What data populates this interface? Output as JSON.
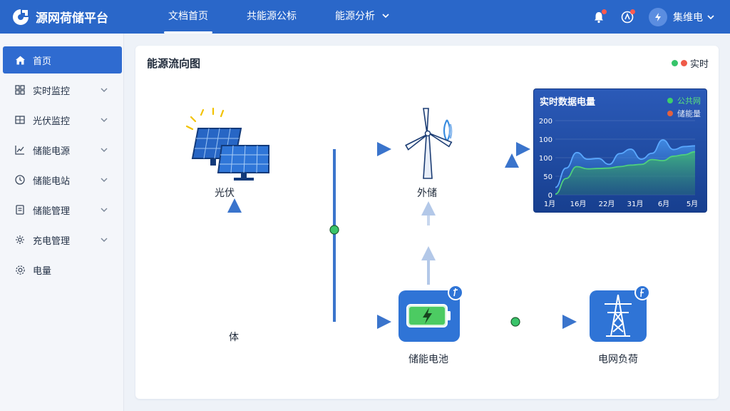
{
  "app": {
    "title": "源网荷储平台"
  },
  "top_nav": [
    {
      "label": "文档首页",
      "active": true
    },
    {
      "label": "共能源公标",
      "active": false
    },
    {
      "label": "能源分析",
      "active": false
    }
  ],
  "user": {
    "name": "集维电"
  },
  "sidebar": {
    "items": [
      {
        "label": "首页",
        "icon": "home-icon",
        "active": true,
        "expandable": false
      },
      {
        "label": "实时监控",
        "icon": "grid-icon",
        "active": false,
        "expandable": true
      },
      {
        "label": "光伏监控",
        "icon": "solar-panel-icon",
        "active": false,
        "expandable": true
      },
      {
        "label": "储能电源",
        "icon": "chart-icon",
        "active": false,
        "expandable": true
      },
      {
        "label": "储能电站",
        "icon": "clock-icon",
        "active": false,
        "expandable": true
      },
      {
        "label": "储能管理",
        "icon": "document-icon",
        "active": false,
        "expandable": true
      },
      {
        "label": "充电管理",
        "icon": "settings-icon",
        "active": false,
        "expandable": true
      },
      {
        "label": "电量",
        "icon": "gear-icon",
        "active": false,
        "expandable": false
      }
    ]
  },
  "main": {
    "title": "能源流向图",
    "realtime_label": "实时",
    "nodes": {
      "solar": "光伏",
      "wind": "外储",
      "battery": "储能电池",
      "grid": "电网负荷",
      "other": "体"
    }
  },
  "panel": {
    "title": "实时数据电量",
    "legend": [
      {
        "name": "公共网",
        "color": "#3ccf6a"
      },
      {
        "name": "储能量",
        "color": "#e2603e"
      }
    ]
  },
  "colors": {
    "brand": "#2a67c9",
    "flow": "#3a74cc",
    "node_bg": "#2f74d6",
    "junction": "#3ac46a"
  },
  "chart_data": {
    "type": "area",
    "categories": [
      "1月",
      "16月",
      "22月",
      "31月",
      "6月",
      "5月"
    ],
    "ylim": [
      0,
      200
    ],
    "yticks": [
      "0",
      "50",
      "100",
      "100",
      "200"
    ],
    "series": [
      {
        "name": "公共网",
        "color": "#5aa8ff",
        "values": [
          20,
          72,
          114,
          96,
          98,
          82,
          111,
          123,
          96,
          112,
          148,
          122,
          130,
          132
        ]
      },
      {
        "name": "储能量",
        "color": "#4fd07c",
        "values": [
          2,
          44,
          76,
          70,
          71,
          72,
          76,
          80,
          82,
          95,
          92,
          104,
          108,
          116
        ]
      }
    ]
  }
}
